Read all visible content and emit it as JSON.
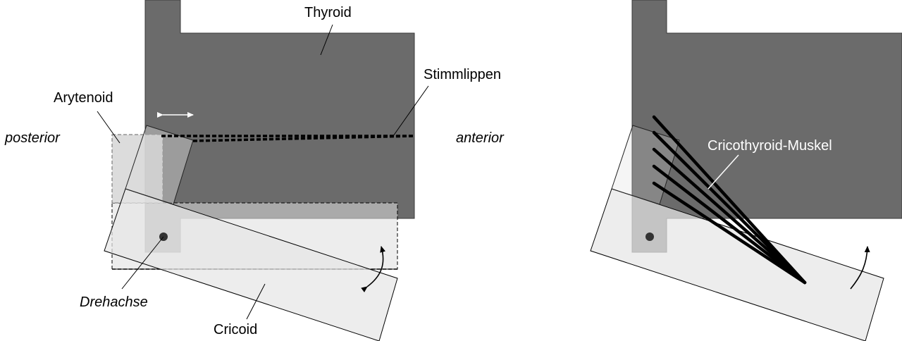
{
  "labels": {
    "thyroid": "Thyroid",
    "stimmlippen": "Stimmlippen",
    "arytenoid": "Arytenoid",
    "posterior": "posterior",
    "anterior": "anterior",
    "drehachse": "Drehachse",
    "cricoid": "Cricoid",
    "cricothyroid_muskel": "Cricothyroid-Muskel"
  },
  "colors": {
    "thyroid_fill": "#6b6b6b",
    "cricoid_fill": "#e6e6e6",
    "cricoid_ghost_fill": "#dedede",
    "arytenoid_fill": "#d6d6d6",
    "pivot": "#333333",
    "muscle": "#000000"
  },
  "icons": {
    "double_arrow": "double-headed-horizontal-arrow-icon",
    "rotation_arrow": "curved-rotation-arrow-icon"
  }
}
